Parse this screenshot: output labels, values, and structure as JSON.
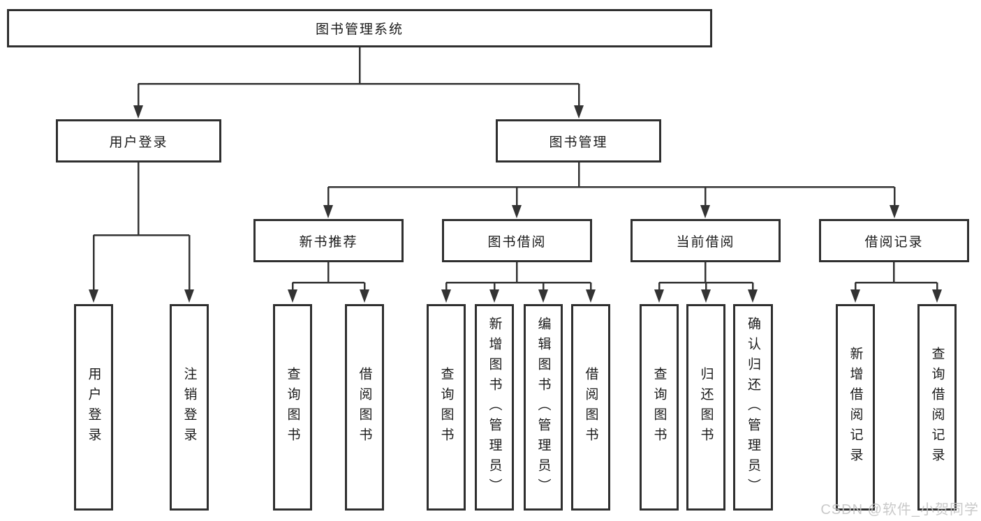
{
  "diagram": {
    "title_node": "图书管理系统",
    "level2": [
      {
        "label": "用户登录"
      },
      {
        "label": "图书管理"
      }
    ],
    "level3": [
      {
        "label": "新书推荐"
      },
      {
        "label": "图书借阅"
      },
      {
        "label": "当前借阅"
      },
      {
        "label": "借阅记录"
      }
    ],
    "leaves": {
      "user_login": [
        "用户登录",
        "注销登录"
      ],
      "new_books": [
        "查询图书",
        "借阅图书"
      ],
      "book_borrow": [
        "查询图书",
        "新增图书（管理员）",
        "编辑图书（管理员）",
        "借阅图书"
      ],
      "current_borrow": [
        "查询图书",
        "归还图书",
        "确认归还（管理员）"
      ],
      "borrow_records": [
        "新增借阅记录",
        "查询借阅记录"
      ]
    },
    "colors": {
      "line": "#333333",
      "border": "#2f2f2f",
      "text": "#1a1a1a",
      "watermark": "#c5c5c5"
    },
    "watermark": "CSDN @软件_小贺同学"
  }
}
